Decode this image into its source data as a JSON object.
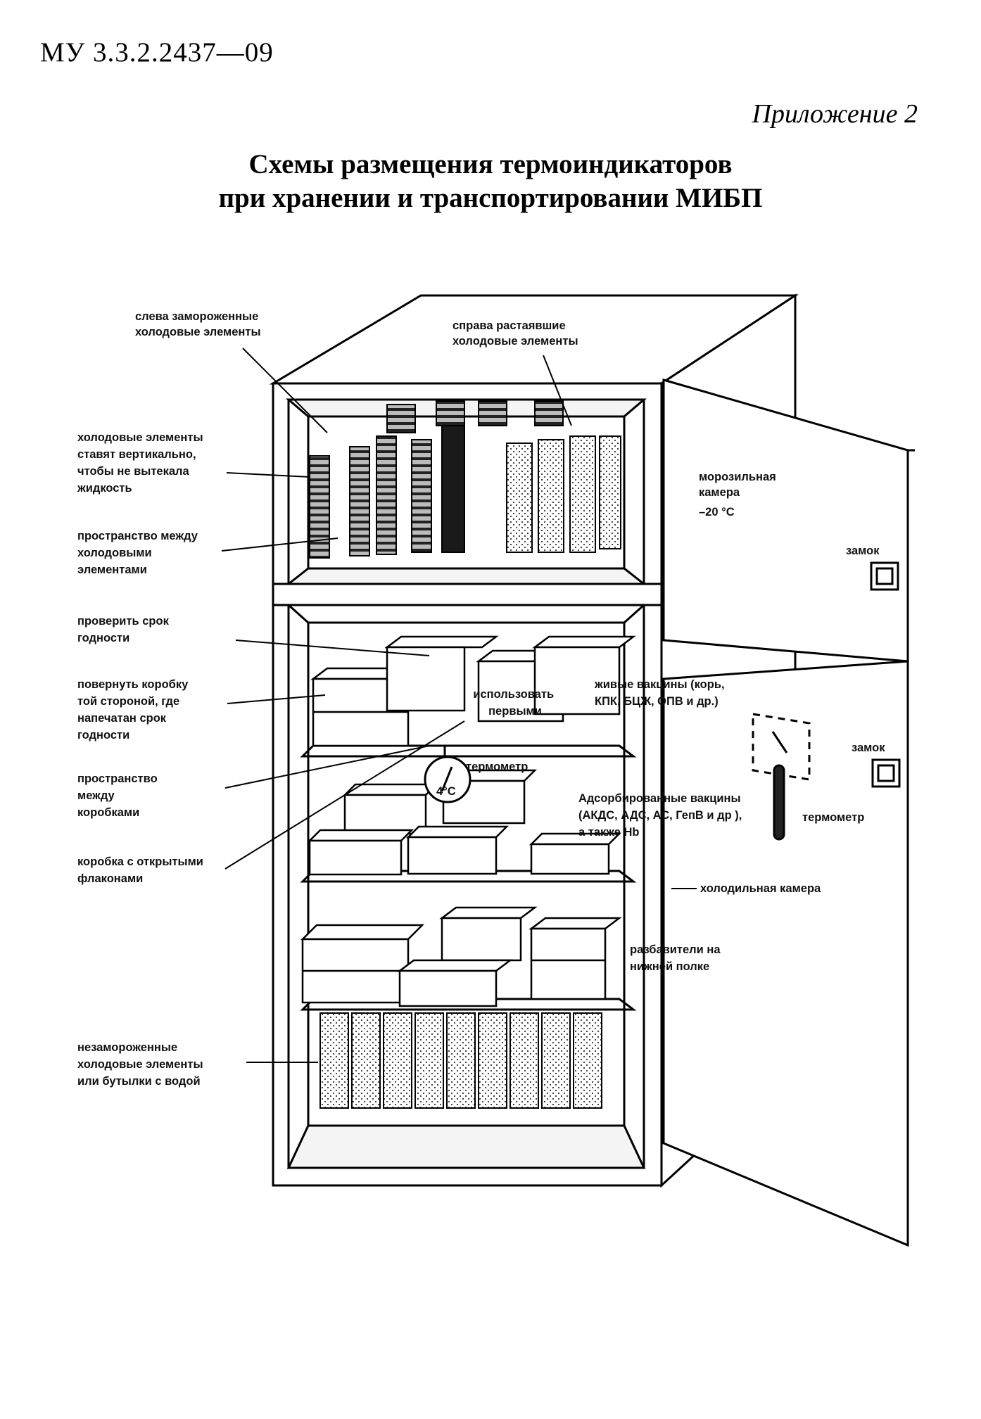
{
  "header": {
    "doc_code": "МУ 3.3.2.2437—09",
    "appendix": "Приложение 2",
    "title_line1": "Схемы размещения термоиндикаторов",
    "title_line2": "при хранении и транспортировании МИБП"
  },
  "labels": {
    "left_frozen": [
      "слева  замороженные",
      "холодовые элементы"
    ],
    "right_thawed": [
      "справа  растаявшие",
      "холодовые элементы"
    ],
    "vertical": [
      "холодовые элементы",
      "ставят вертикально,",
      "чтобы не вытекала",
      "жидкость"
    ],
    "space_elements": [
      "пространство между",
      "холодовыми",
      "элементами"
    ],
    "freezer": [
      "морозильная",
      "камера",
      "–20 °С"
    ],
    "lock_top": "замок",
    "lock_bottom": "замок",
    "check_expiry": [
      "проверить срок",
      "годности"
    ],
    "turn_box": [
      "повернуть коробку",
      "той стороной, где",
      "напечатан срок",
      "годности"
    ],
    "use_first": [
      "использовать",
      "первыми"
    ],
    "live_vaccines": [
      "живые вакцины (корь,",
      "КПК, БЦЖ, ОПВ и др.)"
    ],
    "space_boxes": [
      "пространство",
      "между",
      "коробками"
    ],
    "thermometer_shelf": "термометр",
    "thermometer_temp": "4°С",
    "adsorbed": [
      "Адсорбированные вакцины",
      "(АКДС, АДС, АС, ГепВ и др ),",
      "а также Hb"
    ],
    "thermometer_door": "термометр",
    "open_vials": [
      "коробка с открытыми",
      "флаконами"
    ],
    "fridge_chamber": "холодильная камера",
    "diluents": [
      "разбавители на",
      "нижней полке"
    ],
    "unfrozen": [
      "незамороженные",
      "холодовые элементы",
      "или бутылки с водой"
    ]
  }
}
